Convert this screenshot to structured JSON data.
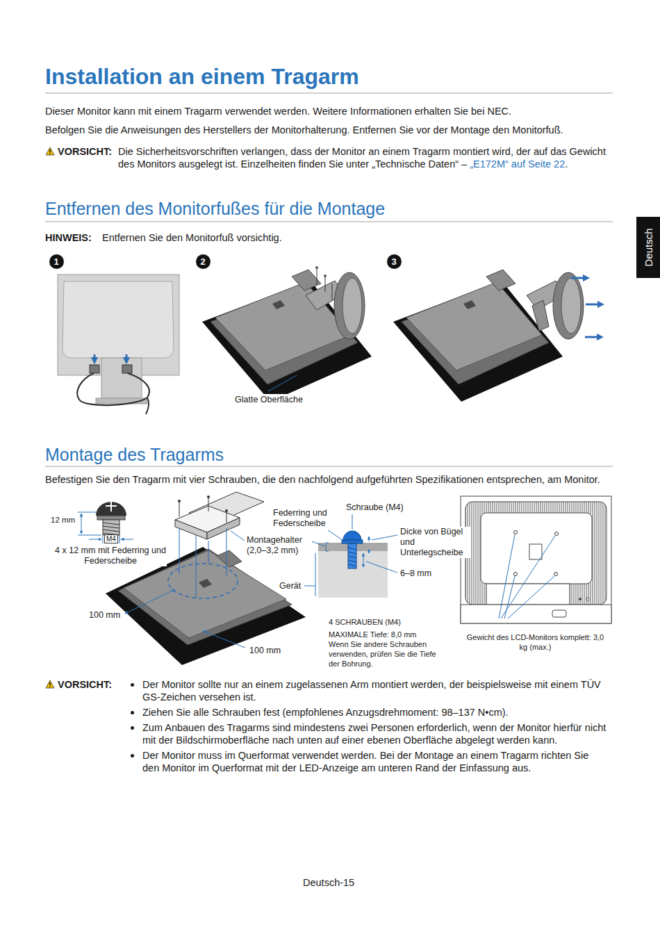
{
  "diagram": {
    "title": "Installation an einem Tragarm",
    "nodes": [
      {
        "text": [
          "Deutsch"
        ]
      },
      {
        "text": [
          "1"
        ]
      },
      {
        "text": [
          "2"
        ]
      },
      {
        "text": [
          "3"
        ]
      }
    ],
    "labels": [
      "Dieser Monitor kann mit einem Tragarm verwendet werden. Weitere Informationen erhalten Sie bei NEC.",
      "Befolgen Sie die Anweisungen des Herstellers der Monitorhalterung. Entfernen Sie vor der Montage den Monitorfuß.",
      "VORSICHT:",
      "Die Sicherheitsvorschriften verlangen, dass der Monitor an einem Tragarm montiert wird, der auf das Gewicht des Monitors ausgelegt ist. Einzelheiten finden Sie unter „Technische Daten“ –",
      "„E172M“ auf Seite 22",
      ".",
      "Entfernen des Monitorfußes für die Montage",
      "HINWEIS:",
      "Entfernen Sie den Monitorfuß vorsichtig.",
      "Glatte Oberfläche",
      "Montage des Tragarms",
      "Befestigen Sie den Tragarm mit vier Schrauben, die den nachfolgend aufgeführten Spezifikationen entsprechen, am Monitor.",
      "12 mm",
      "M4",
      "4 x 12 mm mit Federring und Federscheibe",
      "Federring und Federscheibe",
      "Schraube (M4)",
      "Dicke von Bügel und Unterlegscheibe",
      "Montagehalter (2,0–3,2 mm)",
      "6–8 mm",
      "Gerät",
      "100 mm",
      "100 mm",
      "4 SCHRAUBEN (M4)",
      "MAXIMALE Tiefe: 8,0 mm",
      "Wenn Sie andere Schrauben verwenden, prüfen Sie die Tiefe der Bohrung.",
      "Gewicht des LCD-Monitors komplett: 3,0 kg (max.)",
      "VORSICHT:",
      "Der Monitor sollte nur an einem zugelassenen Arm montiert werden, der beispielsweise mit einem TÜV GS-Zeichen versehen ist.",
      "Ziehen Sie alle Schrauben fest (empfohlenes Anzugsdrehmoment: 98–137 N•cm).",
      "Zum Anbauen des Tragarms sind mindestens zwei Personen erforderlich, wenn der Monitor hierfür nicht mit der Bildschirmoberfläche nach unten auf einer ebenen Oberfläche abgelegt werden kann.",
      "Der Monitor muss im Querformat verwendet werden. Bei der Montage an einem Tragarm richten Sie den Monitor im Querformat mit der LED-Anzeige am unteren Rand der Einfassung aus.",
      "Deutsch-15"
    ]
  }
}
